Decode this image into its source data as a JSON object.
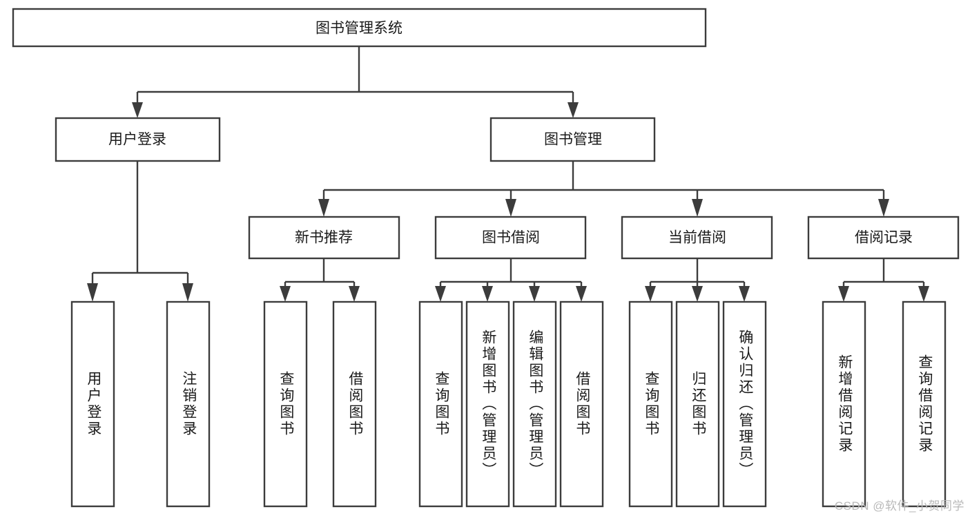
{
  "diagram": {
    "type": "tree",
    "title": "图书管理系统",
    "orientation": "top-down",
    "colors": {
      "box_fill": "#ffffff",
      "box_stroke": "#3c3c3c",
      "text": "#1a1a1a",
      "background": "#ffffff",
      "watermark": "#b9b9b9"
    },
    "root": {
      "label": "图书管理系统"
    },
    "level2": [
      {
        "label": "用户登录"
      },
      {
        "label": "图书管理"
      }
    ],
    "level3": [
      {
        "label": "新书推荐"
      },
      {
        "label": "图书借阅"
      },
      {
        "label": "当前借阅"
      },
      {
        "label": "借阅记录"
      }
    ],
    "leaves": {
      "user_login": [
        {
          "label": "用户登录"
        },
        {
          "label": "注销登录"
        }
      ],
      "new_book_recommend": [
        {
          "label": "查询图书"
        },
        {
          "label": "借阅图书"
        }
      ],
      "book_borrow": [
        {
          "label": "查询图书"
        },
        {
          "label": "新增图书（管理员）"
        },
        {
          "label": "编辑图书（管理员）"
        },
        {
          "label": "借阅图书"
        }
      ],
      "current_borrow": [
        {
          "label": "查询图书"
        },
        {
          "label": "归还图书"
        },
        {
          "label": "确认归还（管理员）"
        }
      ],
      "borrow_record": [
        {
          "label": "新增借阅记录"
        },
        {
          "label": "查询借阅记录"
        }
      ]
    }
  },
  "watermark": {
    "text": "CSDN @软件_小贺同学"
  }
}
